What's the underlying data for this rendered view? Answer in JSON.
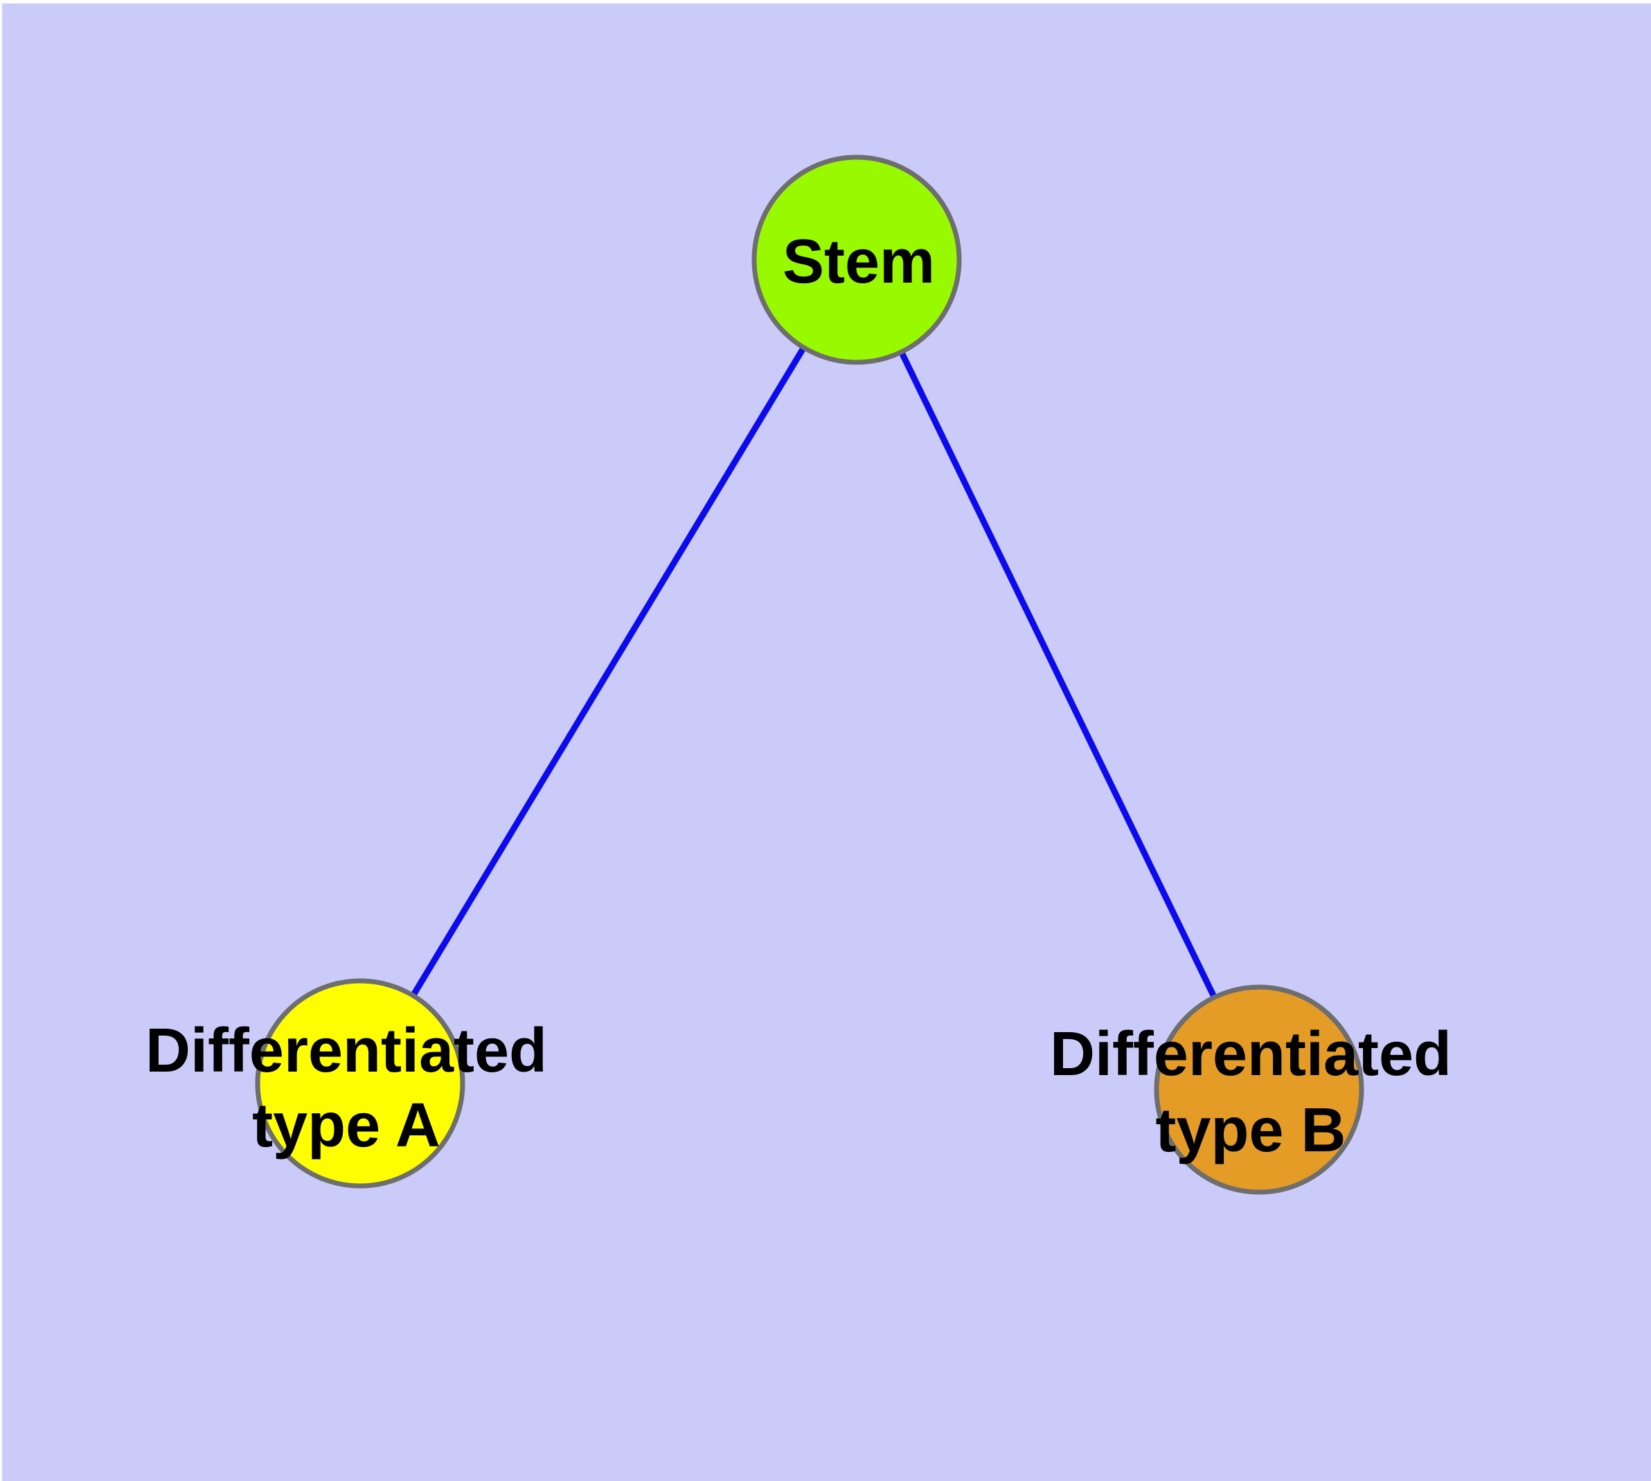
{
  "figure": {
    "background_color": "#cbcbfa",
    "page_color": "#ffffff",
    "edge_color": "#0b0bee",
    "node_border_color": "#6e6e6e",
    "label_color": "#000000",
    "nodes": [
      {
        "id": "stem",
        "label": "Stem",
        "fill": "#99fa00"
      },
      {
        "id": "differentiated-type-a",
        "label": "Differentiated type A",
        "label_line1": "Differentiated",
        "label_line2": "type A",
        "fill": "#fefe00"
      },
      {
        "id": "differentiated-type-b",
        "label": "Differentiated type B",
        "label_line1": "Differentiated",
        "label_line2": "type B",
        "fill": "#e49c27"
      }
    ],
    "edges": [
      {
        "from": "Stem",
        "to": "Differentiated type A"
      },
      {
        "from": "Stem",
        "to": "Differentiated type B"
      }
    ]
  }
}
